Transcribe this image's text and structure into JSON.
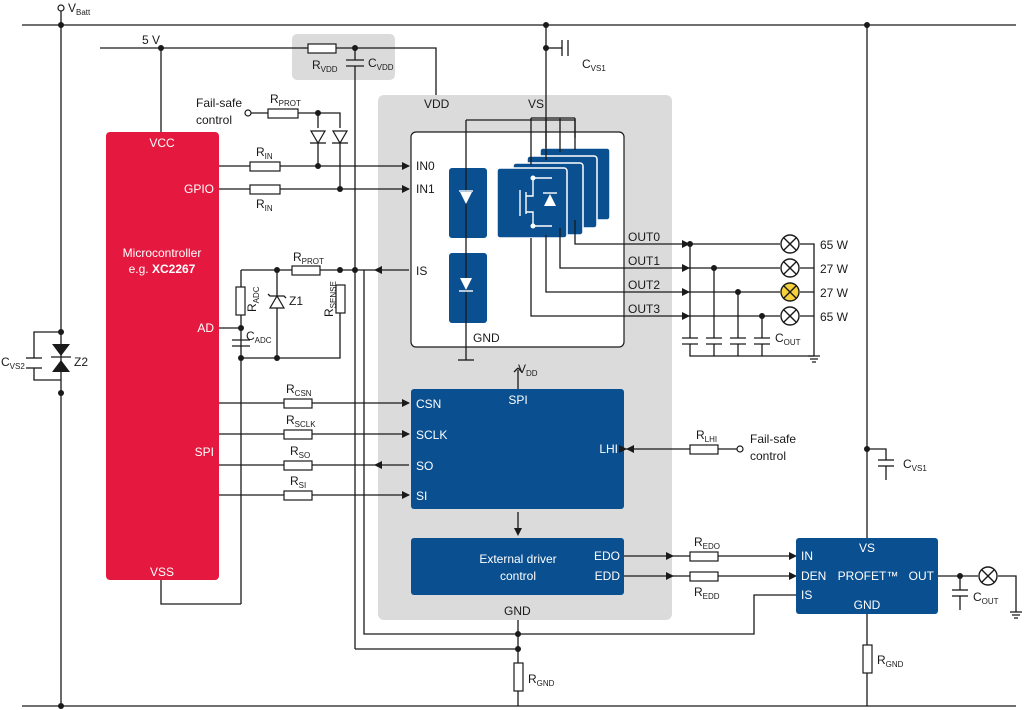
{
  "labels": {
    "vbatt_main": "V",
    "vbatt_sub": "Batt",
    "five_v": "5 V",
    "rvdd_main": "R",
    "rvdd_sub": "VDD",
    "cvdd_main": "C",
    "cvdd_sub": "VDD",
    "cvs1_top_main": "C",
    "cvs1_top_sub": "VS1",
    "cvs1_bot_main": "C",
    "cvs1_bot_sub": "VS1",
    "cvs2_main": "C",
    "cvs2_sub": "VS2",
    "z2": "Z2",
    "z1": "Z1",
    "failsafe1_line1": "Fail-safe",
    "failsafe1_line2": "control",
    "failsafe2_line1": "Fail-safe",
    "failsafe2_line2": "control",
    "rprot1_main": "R",
    "rprot1_sub": "PROT",
    "rprot2_main": "R",
    "rprot2_sub": "PROT",
    "rin1_main": "R",
    "rin1_sub": "IN",
    "rin2_main": "R",
    "rin2_sub": "IN",
    "radc_main": "R",
    "radc_sub": "ADC",
    "cadc_main": "C",
    "cadc_sub": "ADC",
    "rsense_main": "R",
    "rsense_sub": "SENSE",
    "rcsn_main": "R",
    "rcsn_sub": "CSN",
    "rsclk_main": "R",
    "rsclk_sub": "SCLK",
    "rso_main": "R",
    "rso_sub": "SO",
    "rsi_main": "R",
    "rsi_sub": "SI",
    "rlhi_main": "R",
    "rlhi_sub": "LHI",
    "redo_main": "R",
    "redo_sub": "EDO",
    "redd_main": "R",
    "redd_sub": "EDD",
    "rgnd1_main": "R",
    "rgnd1_sub": "GND",
    "rgnd2_main": "R",
    "rgnd2_sub": "GND",
    "cout1_main": "C",
    "cout1_sub": "OUT",
    "cout2_main": "C",
    "cout2_sub": "OUT",
    "vdd_spi_main": "V",
    "vdd_spi_sub": "DD"
  },
  "microcontroller": {
    "vcc": "VCC",
    "gpio": "GPIO",
    "name_line1": "Microcontroller",
    "name_line2_prefix": "e.g. ",
    "name_line2_part": "XC2267",
    "ad": "AD",
    "spi": "SPI",
    "vss": "VSS",
    "color": "#e5193f"
  },
  "driver_ic": {
    "vdd": "VDD",
    "vs": "VS",
    "in0": "IN0",
    "in1": "IN1",
    "is": "IS",
    "gnd_inner": "GND",
    "gnd": "GND",
    "out0": "OUT0",
    "out1": "OUT1",
    "out2": "OUT2",
    "out3": "OUT3"
  },
  "spi_block": {
    "title": "SPI",
    "csn": "CSN",
    "sclk": "SCLK",
    "so": "SO",
    "si": "SI",
    "lhi": "LHI",
    "color": "#0a4f8f"
  },
  "ext_driver": {
    "line1": "External driver",
    "line2": "control",
    "edo": "EDO",
    "edd": "EDD"
  },
  "profet": {
    "in": "IN",
    "den": "DEN",
    "is": "IS",
    "vs": "VS",
    "name": "PROFET™",
    "out": "OUT",
    "gnd": "GND"
  },
  "loads": [
    {
      "label": "65 W",
      "highlighted": false
    },
    {
      "label": "27 W",
      "highlighted": false
    },
    {
      "label": "27 W",
      "highlighted": true
    },
    {
      "label": "65 W",
      "highlighted": false
    }
  ],
  "colors": {
    "highlight_lamp": "#f5d13c",
    "gray_area": "#dcdbdb"
  }
}
